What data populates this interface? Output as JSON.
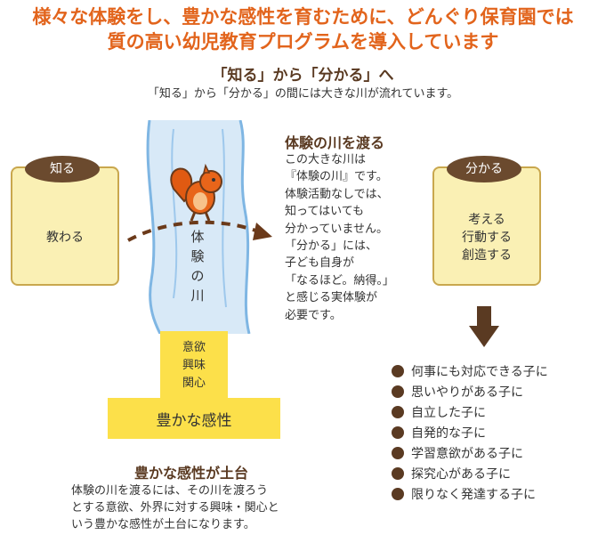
{
  "headline": [
    "様々な体験をし、豊かな感性を育むために、どんぐり保育園では",
    "質の高い幼児教育プログラムを導入しています"
  ],
  "subhead": "「知る」から「分かる」へ",
  "subdesc": "「知る」から「分かる」の間には大きな川が流れています。",
  "left_box": {
    "lid": "知る",
    "content": "教わる"
  },
  "right_box": {
    "lid": "分かる",
    "content": [
      "考える",
      "行動する",
      "創造する"
    ]
  },
  "river_label": [
    "体",
    "験",
    "の",
    "川"
  ],
  "river_section": {
    "title": "体験の川を渡る",
    "lines": [
      "この大きな川は",
      "『体験の川』です。",
      "体験活動なしでは、",
      "知ってはいても",
      "分かっていません。",
      "「分かる」には、",
      "子ども自身が",
      "「なるほど。納得。」",
      "と感じる実体験が",
      "必要です。"
    ]
  },
  "foundation": {
    "top_items": [
      "意欲",
      "興味",
      "関心"
    ],
    "base": "豊かな感性"
  },
  "foundation_section": {
    "title": "豊かな感性が土台",
    "lines": [
      "体験の川を渡るには、その川を渡ろう",
      "とする意欲、外界に対する興味・関心と",
      "いう豊かな感性が土台になります。"
    ]
  },
  "traits": [
    "何事にも対応できる子に",
    "思いやりがある子に",
    "自立した子に",
    "自発的な子に",
    "学習意欲がある子に",
    "探究心がある子に",
    "限りなく発達する子に"
  ],
  "colors": {
    "orange": "#e2641c",
    "brown": "#6b4a2e",
    "cream": "#faf0b4",
    "yellow": "#fce04a",
    "river": "#d8e9f7"
  },
  "icons": [
    "squirrel-icon",
    "dashed-arrow-icon",
    "down-arrow-icon"
  ]
}
